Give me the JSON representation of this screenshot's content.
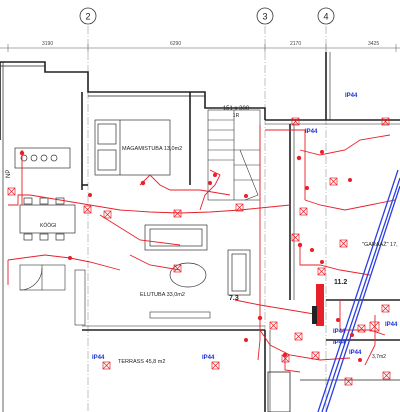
{
  "grid_axes": [
    {
      "id": "axis-2",
      "label": "2"
    },
    {
      "id": "axis-3",
      "label": "3"
    },
    {
      "id": "axis-4",
      "label": "4"
    }
  ],
  "dimensions": [
    "3190",
    "6290",
    "2170",
    "3425"
  ],
  "rooms": [
    {
      "id": "room-magamistuba",
      "label": "MAGAMISTUBA 13,0m2"
    },
    {
      "id": "room-elutuba",
      "label": "ELUTUBA 33,0m2"
    },
    {
      "id": "room-terrass",
      "label": "TERRASS 45,8 m2"
    },
    {
      "id": "room-koogi",
      "label": "KÖÖGI"
    },
    {
      "id": "room-garaaz",
      "label": "\"GARAAŽ\" 17,"
    },
    {
      "id": "room-small",
      "label": "3,7m2"
    }
  ],
  "window_tag": {
    "size": "151 x 300",
    "code": "1R"
  },
  "side_label": "NP",
  "ip_badges": [
    {
      "id": "ip44-top-right-a",
      "label": "IP44"
    },
    {
      "id": "ip44-top-right-b",
      "label": "IP44"
    },
    {
      "id": "ip44-mid-right-a",
      "label": "IP44"
    },
    {
      "id": "ip44-mid-right-b",
      "label": "IP44"
    },
    {
      "id": "ip44-bottom-left",
      "label": "IP44"
    },
    {
      "id": "ip44-bottom-mid",
      "label": "IP44"
    },
    {
      "id": "ip44-bottom-right-a",
      "label": "IP44"
    },
    {
      "id": "ip44-bottom-right-b",
      "label": "IP44"
    }
  ],
  "circuit_marks": [
    {
      "id": "mark-7-3",
      "label": "7.3"
    },
    {
      "id": "mark-11-2",
      "label": "11.2"
    }
  ],
  "colors": {
    "wire": "#e8202a",
    "ip_text": "#1a2fd6",
    "blue_line": "#2b3fe0",
    "structure": "#222222",
    "grid": "#9a9a9a"
  }
}
